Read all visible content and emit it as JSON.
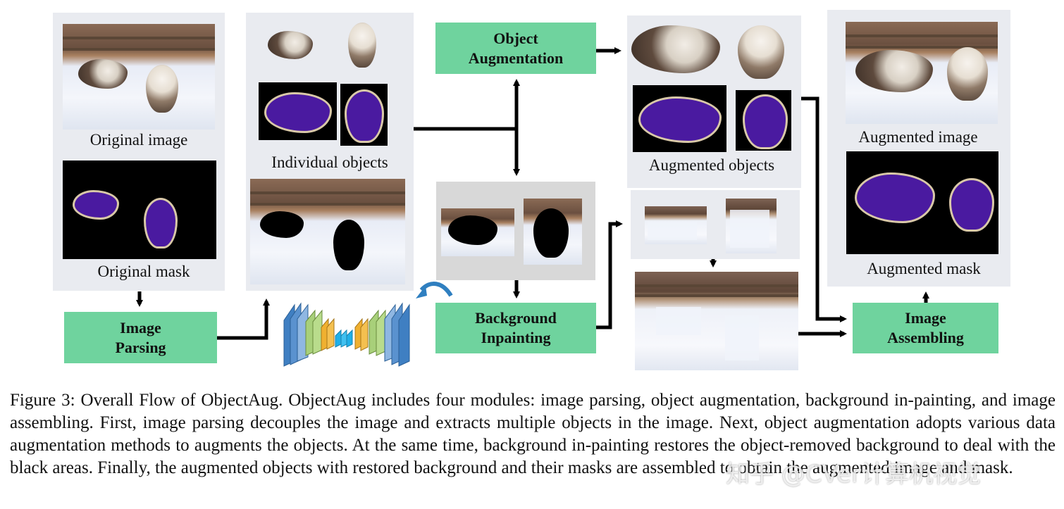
{
  "labels": {
    "original_image": "Original image",
    "original_mask": "Original mask",
    "individual_objects": "Individual objects",
    "augmented_objects": "Augmented objects",
    "augmented_image": "Augmented image",
    "augmented_mask": "Augmented mask"
  },
  "modules": {
    "image_parsing": "Image\nParsing",
    "object_augmentation": "Object\nAugmentation",
    "background_inpainting": "Background\nInpainting",
    "image_assembling": "Image\nAssembling"
  },
  "caption": "Figure 3: Overall Flow of ObjectAug. ObjectAug includes four modules: image parsing, object augmentation, background in-painting, and image assembling. First, image parsing decouples the image and extracts multiple objects in the image. Next, object augmentation adopts various data augmentation methods to augments the objects. At the same time, background in-painting restores the object-removed background to deal with the black areas. Finally, the augmented objects with restored background and their masks are assembled to obtain the augmented image and mask.",
  "watermark": "知乎 @CVer计算机视觉",
  "colors": {
    "module_box": "#6fd39e",
    "panel": "#e9ebf0",
    "mask_object": "#4a1aa0",
    "arrow": "#000000",
    "network_arrow": "#2f7fc0"
  }
}
